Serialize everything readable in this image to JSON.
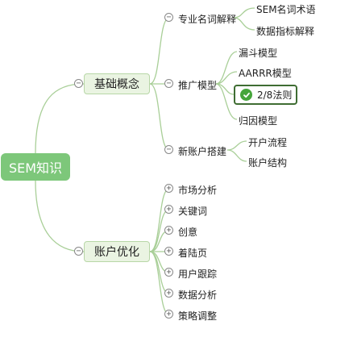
{
  "root": {
    "label": "SEM知识"
  },
  "branches": [
    {
      "label": "基础概念",
      "children": [
        {
          "label": "专业名词解释",
          "children": [
            "SEM名词术语",
            "数据指标解释"
          ]
        },
        {
          "label": "推广模型",
          "children": [
            "漏斗模型",
            "AARRR模型",
            "2/8法则",
            "归因模型"
          ]
        },
        {
          "label": "新账户搭建",
          "children": [
            "开户流程",
            "账户结构"
          ]
        }
      ]
    },
    {
      "label": "账户优化",
      "children": [
        "市场分析",
        "关键词",
        "创意",
        "着陆页",
        "用户跟踪",
        "数据分析",
        "策略调整"
      ]
    }
  ],
  "highlighted": "2/8法则",
  "colors": {
    "line": "#a9cf98",
    "root": "#7dc77a",
    "node_bg": "#eaf4e2",
    "highlight_border": "#3f6d33",
    "check": "#45a53b"
  }
}
